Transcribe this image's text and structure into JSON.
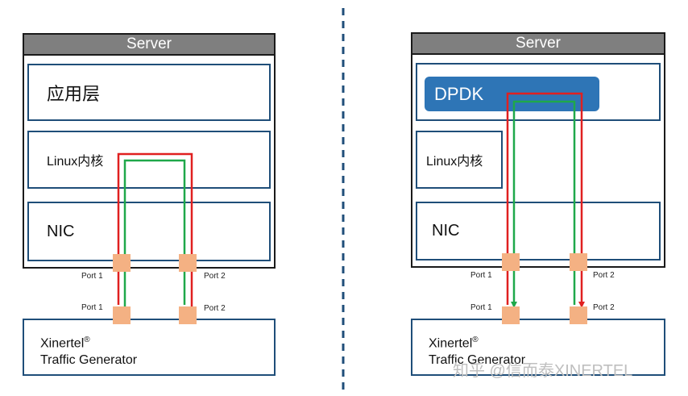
{
  "left": {
    "server_title": "Server",
    "layers": {
      "app": "应用层",
      "kernel": "Linux内核",
      "nic": "NIC"
    },
    "server_ports": [
      "Port 1",
      "Port 2"
    ],
    "gen_ports": [
      "Port 1",
      "Port 2"
    ],
    "generator": {
      "line1": "Xinertel",
      "reg": "®",
      "line2": "Traffic Generator"
    }
  },
  "right": {
    "server_title": "Server",
    "dpdk": "DPDK",
    "layers": {
      "kernel": "Linux内核",
      "nic": "NIC"
    },
    "server_ports": [
      "Port 1",
      "Port 2"
    ],
    "gen_ports": [
      "Port 1",
      "Port 2"
    ],
    "generator": {
      "line1": "Xinertel",
      "reg": "®",
      "line2": "Traffic Generator"
    }
  },
  "watermark": "知乎 @信而泰XINERTEL",
  "colors": {
    "server_title_bg": "#7f7f7f",
    "layer_border": "#1f4e79",
    "dpdk_bg": "#2e75b6",
    "port_fill": "#f4b183",
    "tx_path": "#e02020",
    "rx_path": "#1fa84a",
    "divider": "#1f4e79"
  }
}
